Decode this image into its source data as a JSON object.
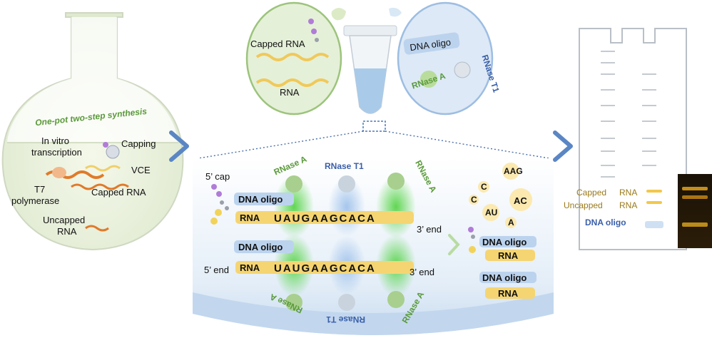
{
  "flask": {
    "title": "One-pot two-step synthesis",
    "in_vitro_1": "In vitro",
    "in_vitro_2": "transcription",
    "capping": "Capping",
    "vce": "VCE",
    "t7_1": "T7",
    "t7_2": "polymerase",
    "capped": "Capped RNA",
    "uncapped_1": "Uncapped",
    "uncapped_2": "RNA"
  },
  "left_bubble": {
    "capped": "Capped RNA",
    "rna": "RNA"
  },
  "right_bubble": {
    "oligo": "DNA oligo",
    "rnase_a": "RNase A",
    "rnase_t1": "RNase T1"
  },
  "dish": {
    "cap5": "5’ cap",
    "oligo_top": "DNA oligo",
    "rna_top": "RNA",
    "seq_top": "UAUGAAGCACA",
    "end3_top": "3’ end",
    "oligo_bottom": "DNA oligo",
    "end5_bottom": "5’ end",
    "rna_bottom": "RNA",
    "seq_bottom": "UAUGAAGCACA",
    "end3_bottom": "3’ end",
    "rnase_a_1": "RNase A",
    "rnase_t1_top": "RNase T1",
    "rnase_a_2": "RNase A",
    "rnase_a_3": "RNase A",
    "rnase_t1_bottom": "RNase T1",
    "rnase_a_4": "RNase A"
  },
  "fragments": {
    "f1": "AAG",
    "f2": "C",
    "f3": "AC",
    "f4": "AU",
    "f5": "A",
    "f6": "C"
  },
  "products": {
    "oligo1": "DNA oligo",
    "rna1": "RNA",
    "oligo2": "DNA oligo",
    "rna2": "RNA"
  },
  "gel": {
    "capped_1": "Capped",
    "capped_2": "RNA",
    "uncapped_1": "Uncapped",
    "uncapped_2": "RNA",
    "oligo": "DNA oligo"
  },
  "colors": {
    "green": "#5a9a3a",
    "blue": "#3a5fa8",
    "gold": "#9a7a1a",
    "rna_yellow": "#f5d572",
    "oligo_blue": "#bcd3ee"
  }
}
